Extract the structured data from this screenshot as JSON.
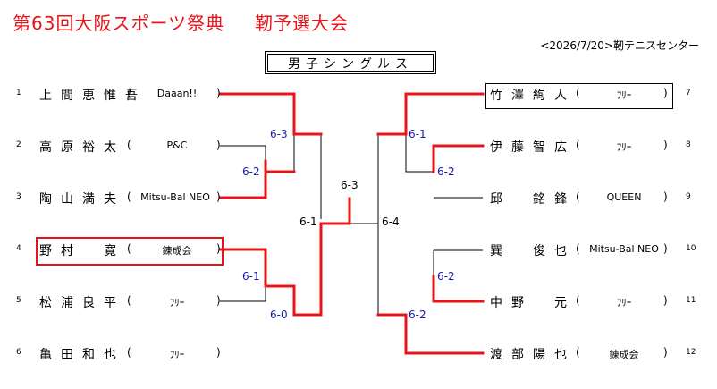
{
  "title": "第63回大阪スポーツ祭典　　靭予選大会",
  "title_parts": [
    "第63回大阪スポーツ祭典",
    "靭予選大会"
  ],
  "venue": "<2026/7/20>靭テニスセンター",
  "event": "男子シングルス",
  "colors": {
    "accent": "#e8141a",
    "score_blue": "#1a1aa8"
  },
  "left_players": [
    {
      "seed": "1",
      "name": "上間恵惟吾",
      "club": "Daaan!!"
    },
    {
      "seed": "2",
      "name": "高原裕太",
      "club": "P&C"
    },
    {
      "seed": "3",
      "name": "陶山満夫",
      "club": "Mitsu-Bal NEO"
    },
    {
      "seed": "4",
      "name": "野村　寛",
      "club": "錬成会"
    },
    {
      "seed": "5",
      "name": "松浦良平",
      "club": "ﾌﾘｰ"
    },
    {
      "seed": "6",
      "name": "亀田和也",
      "club": "ﾌﾘｰ"
    }
  ],
  "right_players": [
    {
      "seed": "7",
      "name": "竹澤絢人",
      "club": "ﾌﾘｰ"
    },
    {
      "seed": "8",
      "name": "伊藤智広",
      "club": "ﾌﾘｰ"
    },
    {
      "seed": "9",
      "name": "邱　銘鋒",
      "club": "QUEEN"
    },
    {
      "seed": "10",
      "name": "巽　俊也",
      "club": "Mitsu-Bal NEO"
    },
    {
      "seed": "11",
      "name": "中野　元",
      "club": "ﾌﾘｰ"
    },
    {
      "seed": "12",
      "name": "渡部陽也",
      "club": "錬成会"
    }
  ],
  "scores": {
    "l_r1_top": "6-2",
    "l_r2_top": "6-3",
    "l_r1_bot": "6-1",
    "l_r2_bot": "6-0",
    "l_sf": "6-1",
    "final": "6-3",
    "r_r2_top": "6-1",
    "r_r1_top": "6-2",
    "r_r1_bot": "6-2",
    "r_r2_bot": "6-2",
    "r_sf": "6-4"
  }
}
